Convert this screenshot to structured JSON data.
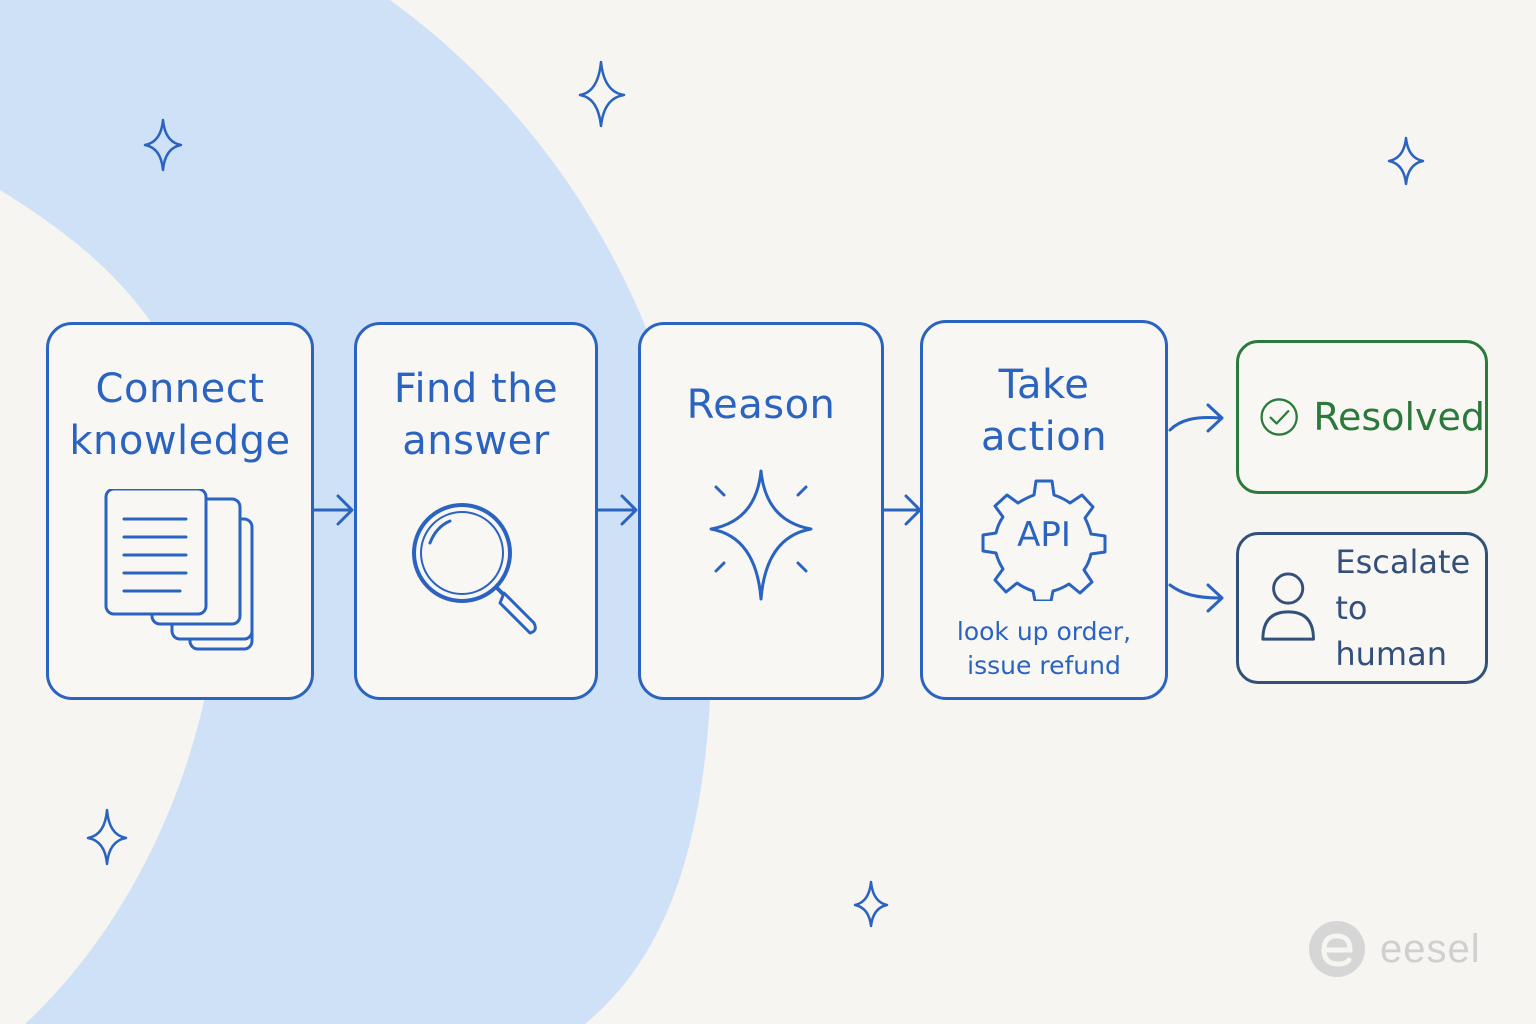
{
  "colors": {
    "background": "#f6f5f1",
    "blob": "#cfe1f7",
    "primary": "#2a63c0",
    "resolved": "#2b7a3b",
    "escalate": "#33507a",
    "logo": "#d6d6d6"
  },
  "steps": [
    {
      "title": "Connect\nknowledge",
      "icon": "documents-icon"
    },
    {
      "title": "Find the\nanswer",
      "icon": "magnifier-icon"
    },
    {
      "title": "Reason",
      "icon": "sparkle-icon"
    },
    {
      "title": "Take\naction",
      "icon": "gear-api-icon",
      "icon_text": "API",
      "caption": "look up order,\nissue refund"
    }
  ],
  "outcomes": [
    {
      "label": "Resolved",
      "icon": "check-circle-icon"
    },
    {
      "label": "Escalate\nto human",
      "icon": "person-icon"
    }
  ],
  "brand": {
    "name": "eesel",
    "icon": "e-logo-icon"
  }
}
